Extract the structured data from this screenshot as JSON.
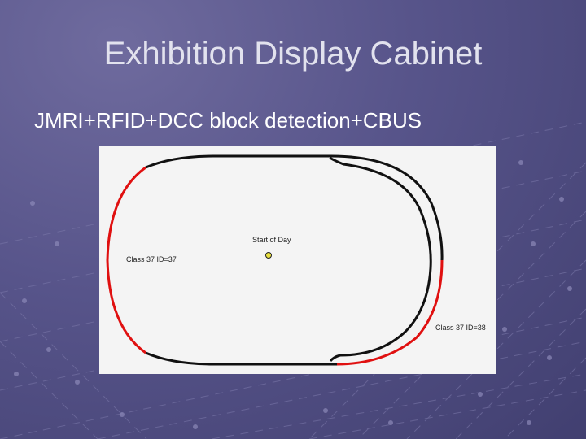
{
  "slide": {
    "title": "Exhibition Display Cabinet",
    "subtitle": "JMRI+RFID+DCC block detection+CBUS"
  },
  "layout_panel": {
    "start_label": "Start of Day",
    "loco_label_left": "Class 37 ID=37",
    "loco_label_right": "Class 37 ID=38",
    "colors": {
      "track_free": "#111111",
      "track_occupied": "#e01010",
      "indicator": "#e8e040"
    },
    "blocks": [
      {
        "name": "left-arc",
        "state": "occupied"
      },
      {
        "name": "right-lower-arc",
        "state": "occupied"
      },
      {
        "name": "top-straight",
        "state": "free"
      },
      {
        "name": "bottom-straight",
        "state": "free"
      },
      {
        "name": "siding",
        "state": "free"
      }
    ]
  }
}
